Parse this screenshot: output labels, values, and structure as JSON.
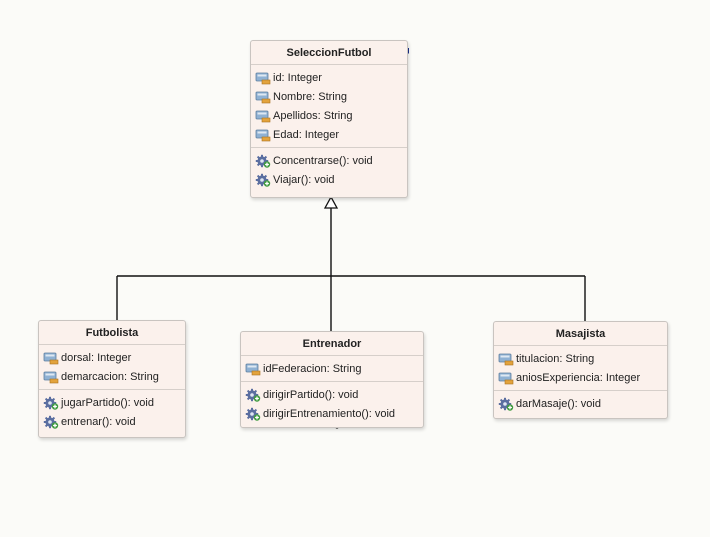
{
  "diagram": {
    "classes": {
      "parent": {
        "name": "SeleccionFutbol",
        "attributes": [
          "id: Integer",
          "Nombre: String",
          "Apellidos: String",
          "Edad: Integer"
        ],
        "methods": [
          "Concentrarse(): void",
          "Viajar(): void"
        ]
      },
      "futbolista": {
        "name": "Futbolista",
        "attributes": [
          "dorsal: Integer",
          "demarcacion: String"
        ],
        "methods": [
          "jugarPartido(): void",
          "entrenar(): void"
        ]
      },
      "entrenador": {
        "name": "Entrenador",
        "attributes": [
          "idFederacion: String"
        ],
        "methods": [
          "dirigirPartido(): void",
          "dirigirEntrenamiento(): void"
        ]
      },
      "masajista": {
        "name": "Masajista",
        "attributes": [
          "titulacion: String",
          "aniosExperiencia: Integer"
        ],
        "methods": [
          "darMasaje(): void"
        ]
      }
    },
    "icons": {
      "attribute": "field-icon",
      "method": "method-gear-icon"
    },
    "colors": {
      "box_fill": "#fbf1ec",
      "box_border": "#c9c4c0",
      "line": "#111111",
      "attr_icon_blue": "#8fb1d3",
      "attr_icon_orange": "#e3a33c",
      "method_icon": "#5b6ea0",
      "method_plus": "#3d9a3d"
    }
  }
}
